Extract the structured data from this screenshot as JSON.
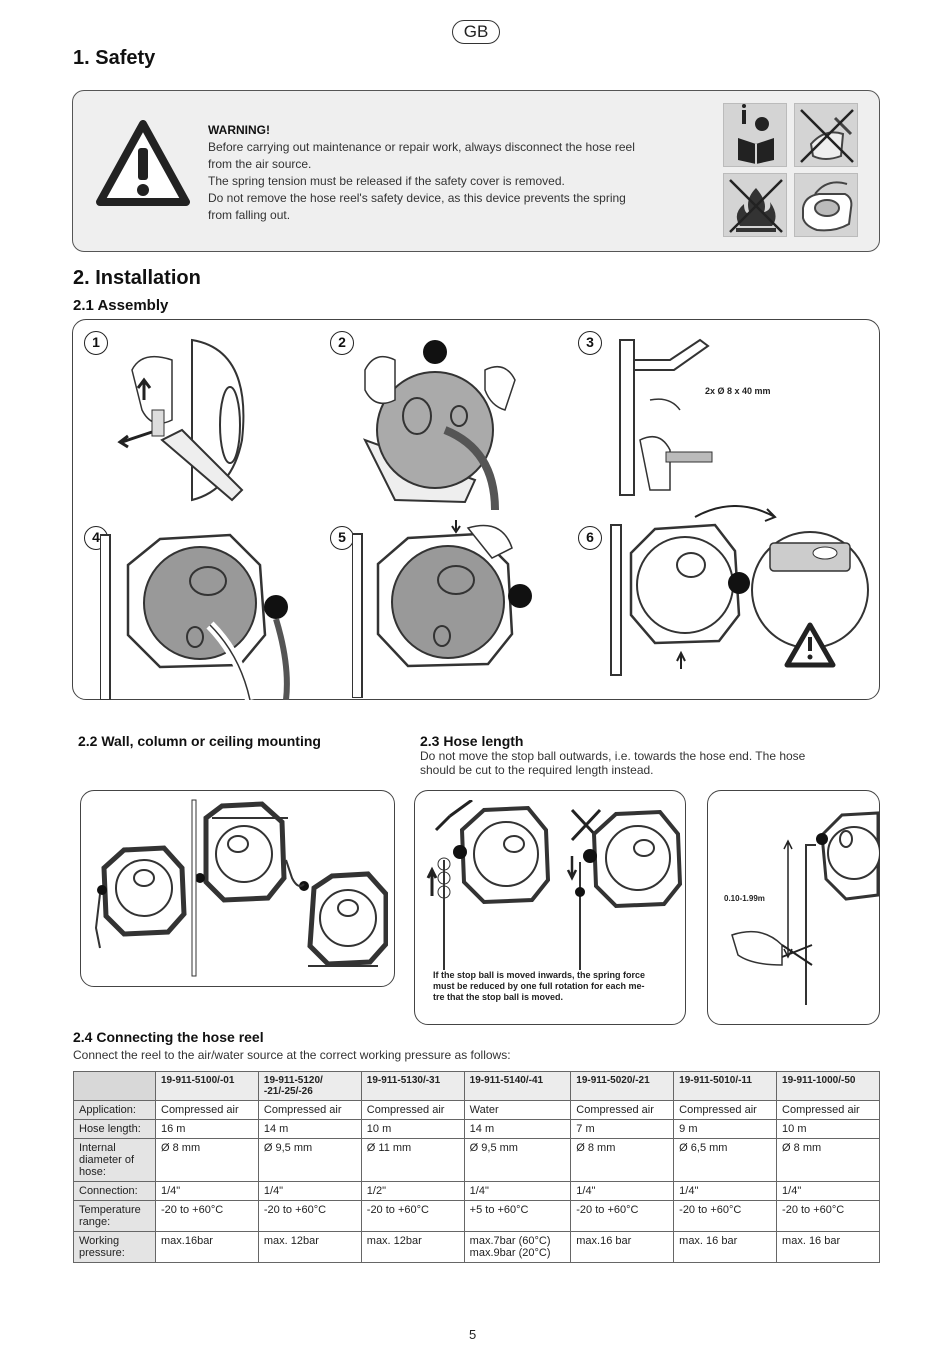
{
  "badge": "GB",
  "safety": {
    "heading": "1. Safety",
    "warning_title": "WARNING!",
    "lines": [
      "Before carrying out maintenance or repair work, always disconnect the hose reel",
      "from the air source.",
      "The spring tension must be released if the safety cover is removed.",
      "Do not remove the hose reel's safety device, as this device prevents the spring",
      "from falling out."
    ]
  },
  "installation": {
    "heading": "2. Installation",
    "assembly_heading": "2.1 Assembly",
    "steps": [
      "1",
      "2",
      "3",
      "4",
      "5",
      "6"
    ],
    "screw_label": "2x Ø 8 x 40 mm"
  },
  "mounting": {
    "heading": "2.2 Wall, column or ceiling mounting"
  },
  "hose_length": {
    "heading": "2.3 Hose length",
    "text_1": "Do not move the stop ball outwards, i.e. towards the hose end. The hose",
    "text_2": "should be cut to the required length instead.",
    "caption_1": "If the stop ball is moved inwards, the spring force",
    "caption_2": "must be reduced by one full rotation for each me-",
    "caption_3": "tre that the stop ball is moved.",
    "range_label": "0.10-1.99m"
  },
  "connecting": {
    "heading": "2.4 Connecting the hose reel",
    "text": "Connect the reel to the air/water source at the correct working pressure as follows:"
  },
  "table": {
    "columns": [
      "19-911-5100/-01",
      "19-911-5120/\n-21/-25/-26",
      "19-911-5130/-31",
      "19-911-5140/-41",
      "19-911-5020/-21",
      "19-911-5010/-11",
      "19-911-1000/-50"
    ],
    "rows": [
      {
        "label": "Application:",
        "cells": [
          "Compressed air",
          "Compressed air",
          "Compressed air",
          "Water",
          "Compressed air",
          "Compressed air",
          "Compressed air"
        ]
      },
      {
        "label": "Hose length:",
        "cells": [
          "16 m",
          "14 m",
          "10 m",
          "14 m",
          "7 m",
          "9 m",
          "10 m"
        ]
      },
      {
        "label": "Internal diameter of hose:",
        "cells": [
          "Ø 8 mm",
          "Ø 9,5 mm",
          "Ø 11 mm",
          "Ø 9,5 mm",
          "Ø 8 mm",
          "Ø 6,5 mm",
          "Ø 8 mm"
        ]
      },
      {
        "label": "Connection:",
        "cells": [
          "1/4\"",
          "1/4\"",
          "1/2\"",
          "1/4\"",
          "1/4\"",
          "1/4\"",
          "1/4\""
        ]
      },
      {
        "label": "Temperature range:",
        "cells": [
          "-20 to +60°C",
          "-20 to +60°C",
          "-20 to +60°C",
          "+5 to +60°C",
          "-20 to +60°C",
          "-20 to +60°C",
          "-20 to +60°C"
        ]
      },
      {
        "label": "Working pressure:",
        "cells": [
          "max.16bar",
          "max. 12bar",
          "max. 12bar",
          "max.7bar (60°C)\nmax.9bar (20°C)",
          "max.16 bar",
          "max. 16 bar",
          "max. 16 bar"
        ]
      }
    ]
  },
  "page_number": "5"
}
